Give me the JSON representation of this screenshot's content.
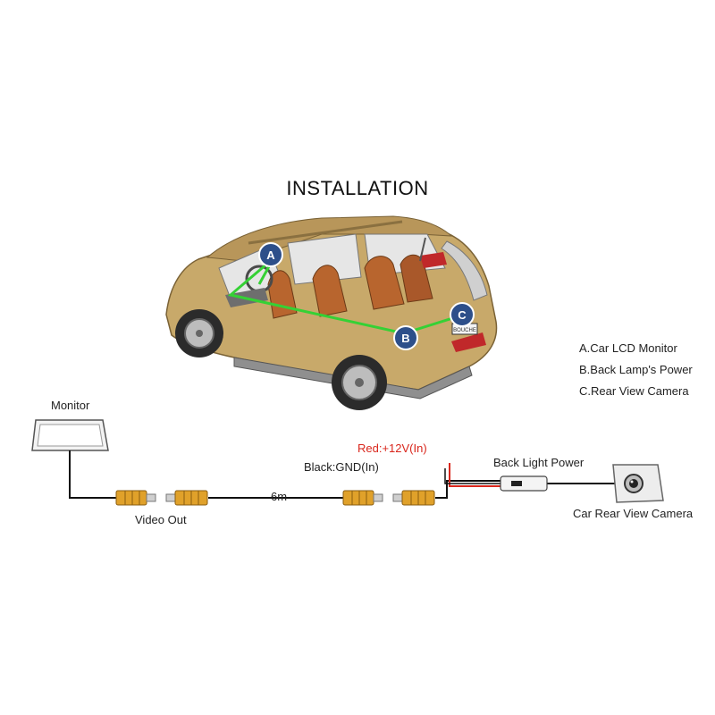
{
  "title": "INSTALLATION",
  "markers": {
    "a": "A",
    "b": "B",
    "c": "C"
  },
  "plate_text": "BOUCHE",
  "legend": [
    "A.Car LCD Monitor",
    "B.Back Lamp's Power",
    "C.Rear View Camera"
  ],
  "wiring": {
    "monitor": "Monitor",
    "video_out": "Video Out",
    "cable_length": "6m",
    "red_wire": "Red:+12V(In)",
    "black_wire": "Black:GND(In)",
    "back_light_power": "Back Light Power",
    "camera": "Car Rear View Camera"
  },
  "colors": {
    "car_body": "#c8a96a",
    "route_line": "#35d135",
    "marker_fill": "#2d4f8a",
    "connector": "#e0a12a",
    "red_wire": "#d9261c"
  }
}
